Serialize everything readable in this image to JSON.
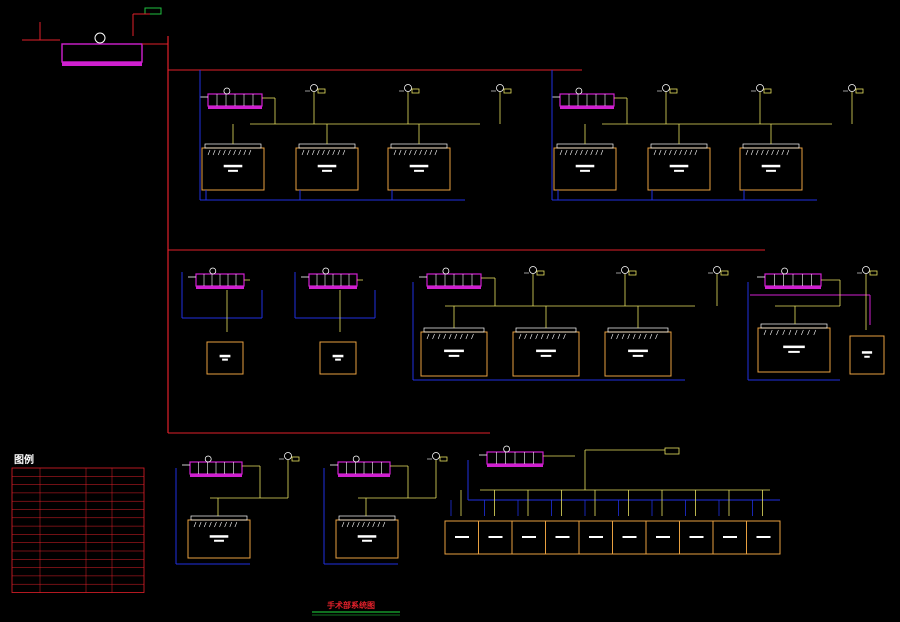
{
  "title": "手术部系统图",
  "legend_title": "图例",
  "legend_rows": [
    [
      "",
      "",
      "",
      ""
    ],
    [
      "",
      "",
      "",
      ""
    ],
    [
      "",
      "",
      "",
      ""
    ],
    [
      "",
      "",
      "",
      ""
    ],
    [
      "",
      "",
      "",
      ""
    ],
    [
      "",
      "",
      "",
      ""
    ],
    [
      "",
      "",
      "",
      ""
    ],
    [
      "",
      "",
      "",
      ""
    ],
    [
      "",
      "",
      "",
      ""
    ],
    [
      "",
      "",
      "",
      ""
    ],
    [
      "",
      "",
      "",
      ""
    ],
    [
      "",
      "",
      "",
      ""
    ],
    [
      "",
      "",
      "",
      ""
    ],
    [
      "",
      "",
      "",
      ""
    ],
    [
      "",
      "",
      "",
      ""
    ]
  ],
  "colors": {
    "background": "#000000",
    "supply_main": "#e0202a",
    "return": "#2030e0",
    "branch": "#e8e060",
    "room": "#e8a040",
    "ahu": "#d020d0",
    "equipment": "#ffffff",
    "fresh_air": "#20c040",
    "title_underline": "#20e040"
  },
  "rows": [
    {
      "id": "row-1",
      "groups": [
        {
          "id": "g1",
          "ahu": true,
          "rooms": 3,
          "layout": "wide"
        },
        {
          "id": "g2",
          "ahu": true,
          "rooms": 3,
          "layout": "wide"
        }
      ]
    },
    {
      "id": "row-2",
      "groups": [
        {
          "id": "g3",
          "ahu": true,
          "rooms": 1,
          "layout": "small"
        },
        {
          "id": "g4",
          "ahu": true,
          "rooms": 1,
          "layout": "small"
        },
        {
          "id": "g5",
          "ahu": true,
          "rooms": 3,
          "layout": "wide"
        },
        {
          "id": "g6",
          "ahu": true,
          "rooms": 2,
          "layout": "mixed"
        }
      ]
    },
    {
      "id": "row-3",
      "groups": [
        {
          "id": "g7",
          "ahu": true,
          "rooms": 1,
          "layout": "medium"
        },
        {
          "id": "g8",
          "ahu": true,
          "rooms": 1,
          "layout": "medium"
        },
        {
          "id": "g9",
          "ahu": true,
          "rooms": 10,
          "layout": "multi"
        }
      ]
    }
  ]
}
